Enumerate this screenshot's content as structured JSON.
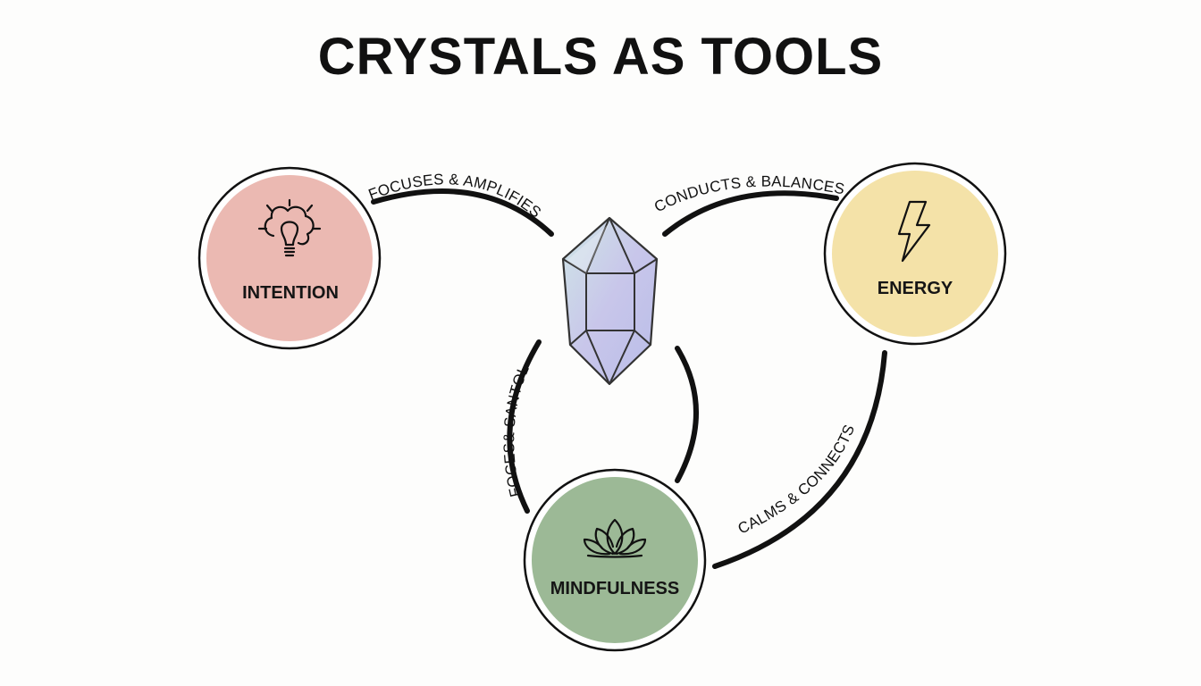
{
  "title": "CRYSTALS AS TOOLS",
  "nodes": {
    "intention": {
      "label": "INTENTION",
      "color": "#ebb9b2",
      "icon": "lightbulb-brain-icon"
    },
    "energy": {
      "label": "ENERGY",
      "color": "#f4e2a8",
      "icon": "lightning-bolt-icon"
    },
    "mindfulness": {
      "label": "MINDFULNESS",
      "color": "#9cb996",
      "icon": "lotus-icon"
    }
  },
  "center": {
    "icon": "crystal-icon",
    "colors": [
      "#cfe6e6",
      "#c8c6ea",
      "#b9bde8"
    ]
  },
  "edges": {
    "intention_crystal": "FOCUSES & AMPLIFIES",
    "crystal_energy": "CONDUCTS & BALANCES",
    "crystal_mindfulness": "FOCES& SANTOL",
    "energy_mindfulness": "CALMS & CONNECTS"
  }
}
